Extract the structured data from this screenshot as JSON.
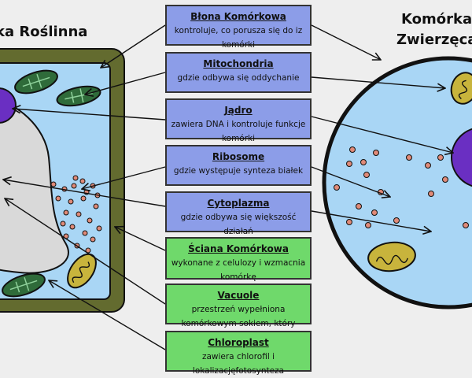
{
  "titles": {
    "plant": "ka Roślinna",
    "animal_line1": "Komórka",
    "animal_line2": "Zwierzęca"
  },
  "labels": [
    {
      "name": "Błona Komórkowa",
      "desc": "kontroluje, co porusza się do iz komórki",
      "color": "blue"
    },
    {
      "name": "Mitochondria",
      "desc": "gdzie odbywa się oddychanie",
      "color": "blue"
    },
    {
      "name": "Jądro",
      "desc": "zawiera DNA i kontroluje funkcje komórki",
      "color": "blue"
    },
    {
      "name": "Ribosome",
      "desc": "gdzie występuje synteza białek",
      "color": "blue"
    },
    {
      "name": "Cytoplazma",
      "desc": "gdzie odbywa się większość działań",
      "color": "blue"
    },
    {
      "name": "Ściana Komórkowa",
      "desc": "wykonane z celulozy i wzmacnia komórkę",
      "color": "green"
    },
    {
      "name": "Vacuole",
      "desc": "przestrzeń wypełniona komórkowym sokiem, który utrzymuje komórkę w tłoku",
      "color": "green"
    },
    {
      "name": "Chloroplast",
      "desc": "zawiera chlorofil i lokalizacjęfotosynteza",
      "color": "green"
    }
  ],
  "colors": {
    "label_blue": "#8c9de8",
    "label_green": "#6fd96b",
    "cell_wall": "#636b2f",
    "cytoplasm": "#a9d6f5",
    "nucleus": "#6a2fc2",
    "vacuole": "#d9d9d9",
    "chloroplast": "#2f6b3a",
    "mitochondria": "#c8b43c",
    "ribosome": "#e08a78"
  }
}
